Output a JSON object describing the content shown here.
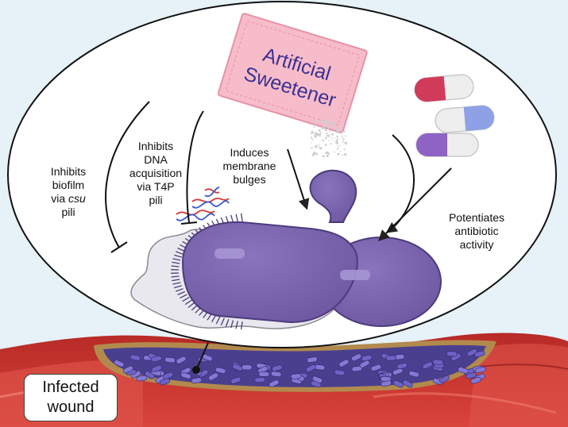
{
  "sweetener_packet": {
    "line1": "Artificial",
    "line2": "Sweetener"
  },
  "labels": {
    "biofilm": {
      "line1": "Inhibits",
      "line2": "biofilm",
      "line3_prefix": "via ",
      "line3_italic": "csu",
      "line4": "pili"
    },
    "dna": {
      "line1": "Inhibits",
      "line2": "DNA",
      "line3": "acquisition",
      "line4": "via T4P",
      "line5": "pili"
    },
    "bulges": {
      "line1": "Induces",
      "line2": "membrane",
      "line3": "bulges"
    },
    "antibiotic": {
      "line1": "Potentiates",
      "line2": "antibiotic",
      "line3": "activity"
    }
  },
  "wound_label": {
    "line1": "Infected",
    "line2": "wound"
  },
  "colors": {
    "background": "#e6f1f8",
    "bacterium": "#7a64ad",
    "bacterium_outline": "#4d3b7c",
    "biofilm": "#e4e4ea",
    "sweetener_packet": "#f6bcc9",
    "sweetener_text": "#3b3192",
    "wound_red": "#c8332d",
    "capsule_red": "#d23a5a",
    "capsule_blue": "#8ea0e6",
    "capsule_purple": "#8e63c6"
  },
  "icons": [
    "sweetener-packet-icon",
    "capsule-icon",
    "dna-helix-icon",
    "bacterium-icon",
    "wound-tissue-icon"
  ]
}
